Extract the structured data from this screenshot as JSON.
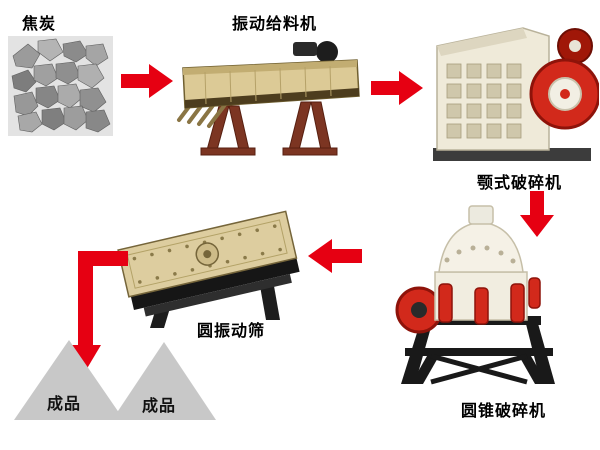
{
  "page": {
    "background": "#ffffff"
  },
  "labels": {
    "coke": "焦炭",
    "feeder": "振动给料机",
    "jaw_crusher": "颚式破碎机",
    "cone_crusher": "圆锥破碎机",
    "screen": "圆振动筛",
    "product_left": "成品",
    "product_right": "成品"
  },
  "flow_edges": [
    {
      "from": "焦炭",
      "to": "振动给料机",
      "direction": "right"
    },
    {
      "from": "振动给料机",
      "to": "颚式破碎机",
      "direction": "right"
    },
    {
      "from": "颚式破碎机",
      "to": "圆锥破碎机",
      "direction": "down"
    },
    {
      "from": "圆锥破碎机",
      "to": "圆振动筛",
      "direction": "left"
    },
    {
      "from": "圆振动筛",
      "to": "成品",
      "direction": "down"
    }
  ],
  "icons": {
    "coke_pile": "coke-rock-pile-photo",
    "vibrating_feeder": "vibrating-feeder-illustration",
    "jaw_crusher": "jaw-crusher-illustration",
    "cone_crusher": "cone-crusher-illustration",
    "vibrating_screen": "circular-vibrating-screen-illustration",
    "product_triangle": "gray-stockpile-triangle"
  },
  "colors": {
    "arrow": "#e60012",
    "label_text": "#000000",
    "product_triangle": "#c8c8c8",
    "feeder_body": "#dcca96",
    "machine_red": "#d2291b",
    "machine_body": "#f1ede0",
    "frame_black": "#191919",
    "background": "#ffffff"
  }
}
